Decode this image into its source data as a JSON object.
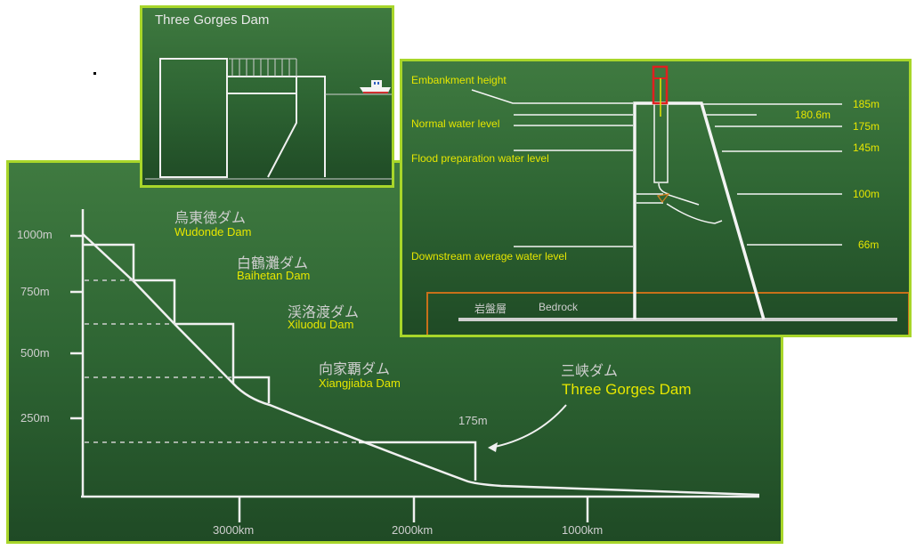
{
  "profile_panel": {
    "y_ticks": [
      "1000m",
      "750m",
      "500m",
      "250m"
    ],
    "x_ticks": [
      "3000km",
      "2000km",
      "1000km"
    ],
    "dams": [
      {
        "jp": "烏東徳ダム",
        "en": "Wudonde Dam"
      },
      {
        "jp": "白鶴灘ダム",
        "en": "Baihetan Dam"
      },
      {
        "jp": "渓洛渡ダム",
        "en": "Xiluodu Dam"
      },
      {
        "jp": "向家覇ダム",
        "en": "Xiangjiaba Dam"
      },
      {
        "jp": "三峡ダム",
        "en": "Three Gorges Dam"
      }
    ],
    "three_gorges_height": "175m"
  },
  "top_panel": {
    "title": "Three Gorges Dam"
  },
  "section_panel": {
    "labels": {
      "embankment": "Embankment height",
      "normal": "Normal water level",
      "flood": "Flood preparation water level",
      "downstream": "Downstream average water level",
      "bedrock_jp": "岩盤層",
      "bedrock_en": "Bedrock"
    },
    "levels": [
      "185m",
      "180.6m",
      "175m",
      "145m",
      "100m",
      "66m"
    ]
  },
  "colors": {
    "accent": "#a8d62a",
    "label_yellow": "#e6e600",
    "bedrock_orange": "#c8701a",
    "tower_red": "#e02020"
  }
}
